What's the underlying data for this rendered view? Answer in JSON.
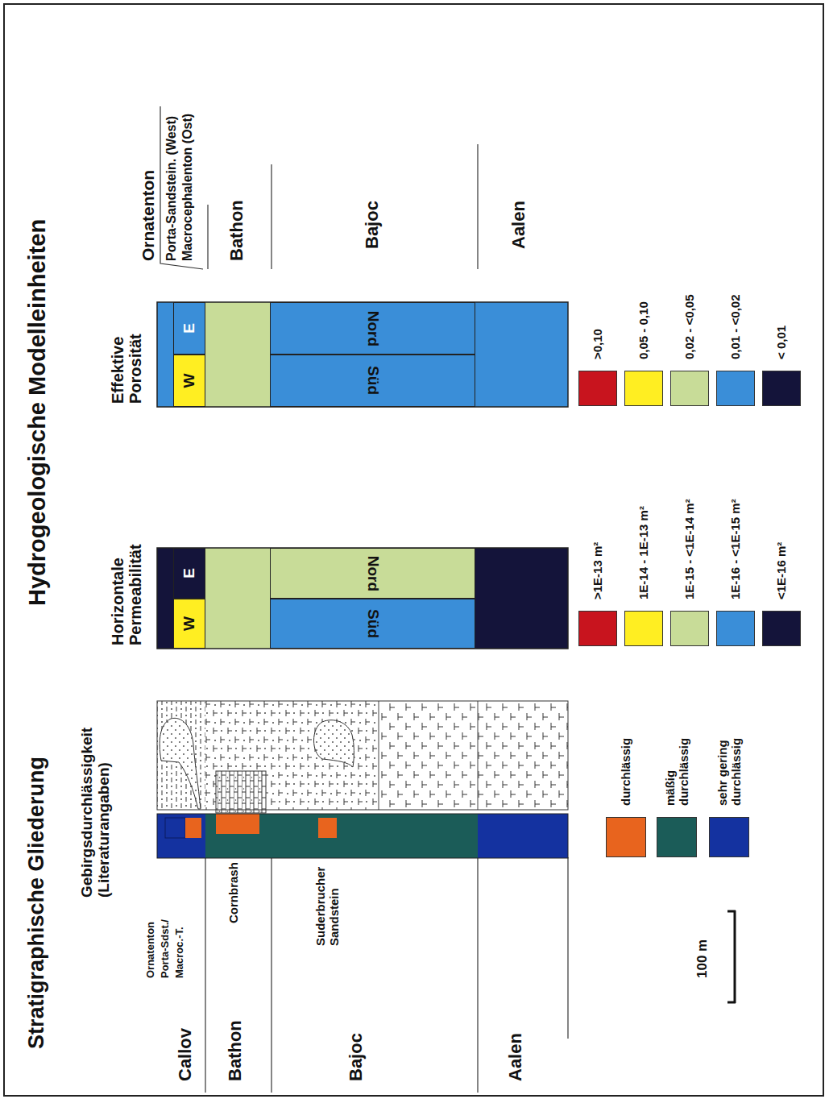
{
  "diagram": {
    "nodes": [
      {
        "text": [
          "Horizontale Permeabilität"
        ]
      },
      {
        "text": [
          "W"
        ],
        "in": 0
      },
      {
        "text": [
          "E"
        ],
        "in": 0
      },
      {
        "text": [
          "Süd"
        ],
        "in": 0
      },
      {
        "text": [
          "Nord"
        ],
        "in": 0
      },
      {
        "text": [
          "Effektive Porosität"
        ]
      },
      {
        "text": [
          "W"
        ],
        "in": 5
      },
      {
        "text": [
          "E"
        ],
        "in": 5
      },
      {
        "text": [
          "Süd"
        ],
        "in": 5
      },
      {
        "text": [
          "Nord"
        ],
        "in": 5
      }
    ],
    "labels": [
      "Stratigraphische Gliederung",
      "Hydrogeologische Modelleinheiten",
      "Gebirgsdurchlässigkeit (Literaturangaben)",
      "Callov",
      "Bathon",
      "Bajoc",
      "Aalen",
      "Ornatenton",
      "Porta-Sdst./",
      "Macroc.-T.",
      "Cornbrash",
      "Suderbrucher Sandstein",
      "100 m",
      "Ornatenton",
      "Porta-Sandstein. (West)",
      "Macrocephalenton (Ost)",
      "Bathon",
      "Bajoc",
      "Aalen"
    ],
    "legend": [
      {
        "text": "durchlässig",
        "color": "#e8641e"
      },
      {
        "text": "mäßig durchlässig",
        "color": "#1b5c58"
      },
      {
        "text": "sehr gering durchlässig",
        "color": "#1432a0"
      },
      {
        "text": ">1E-13 m²",
        "color": "#c8141e"
      },
      {
        "text": "1E-14 - 1E-13 m²",
        "color": "#ffee22"
      },
      {
        "text": "1E-15 - <1E-14 m²",
        "color": "#c8dc98"
      },
      {
        "text": "1E-16 - <1E-15 m²",
        "color": "#3a8ed8"
      },
      {
        "text": "<1E-16 m²",
        "color": "#14143a"
      },
      {
        "text": ">0,10",
        "color": "#c8141e"
      },
      {
        "text": "0,05 - 0,10",
        "color": "#ffee22"
      },
      {
        "text": "0,02 - <0,05",
        "color": "#c8dc98"
      },
      {
        "text": "0,01 - <0,02",
        "color": "#3a8ed8"
      },
      {
        "text": "< 0,01",
        "color": "#14143a"
      }
    ]
  }
}
